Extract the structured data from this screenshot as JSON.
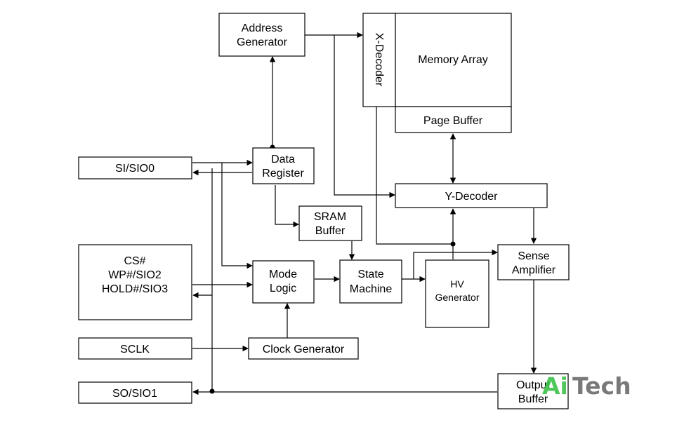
{
  "blocks": {
    "address_generator": [
      "Address",
      "Generator"
    ],
    "x_decoder": "X-Decoder",
    "memory_array": "Memory Array",
    "page_buffer": "Page Buffer",
    "si_sio0": "SI/SIO0",
    "data_register": [
      "Data",
      "Register"
    ],
    "y_decoder": "Y-Decoder",
    "sram_buffer": [
      "SRAM",
      "Buffer"
    ],
    "control_pins": [
      "CS#",
      "WP#/SIO2",
      "HOLD#/SIO3"
    ],
    "mode_logic": [
      "Mode",
      "Logic"
    ],
    "state_machine": [
      "State",
      "Machine"
    ],
    "hv_generator": [
      "HV",
      "Generator"
    ],
    "sense_amplifier": [
      "Sense",
      "Amplifier"
    ],
    "sclk": "SCLK",
    "clock_generator": "Clock Generator",
    "so_sio1": "SO/SIO1",
    "output_buffer": [
      "Output",
      "Buffer"
    ]
  },
  "watermark": {
    "green_part": "Ai",
    "gray_part": "Tech",
    "green_color": "#3cc24a",
    "gray_color": "#6b6b6b"
  }
}
